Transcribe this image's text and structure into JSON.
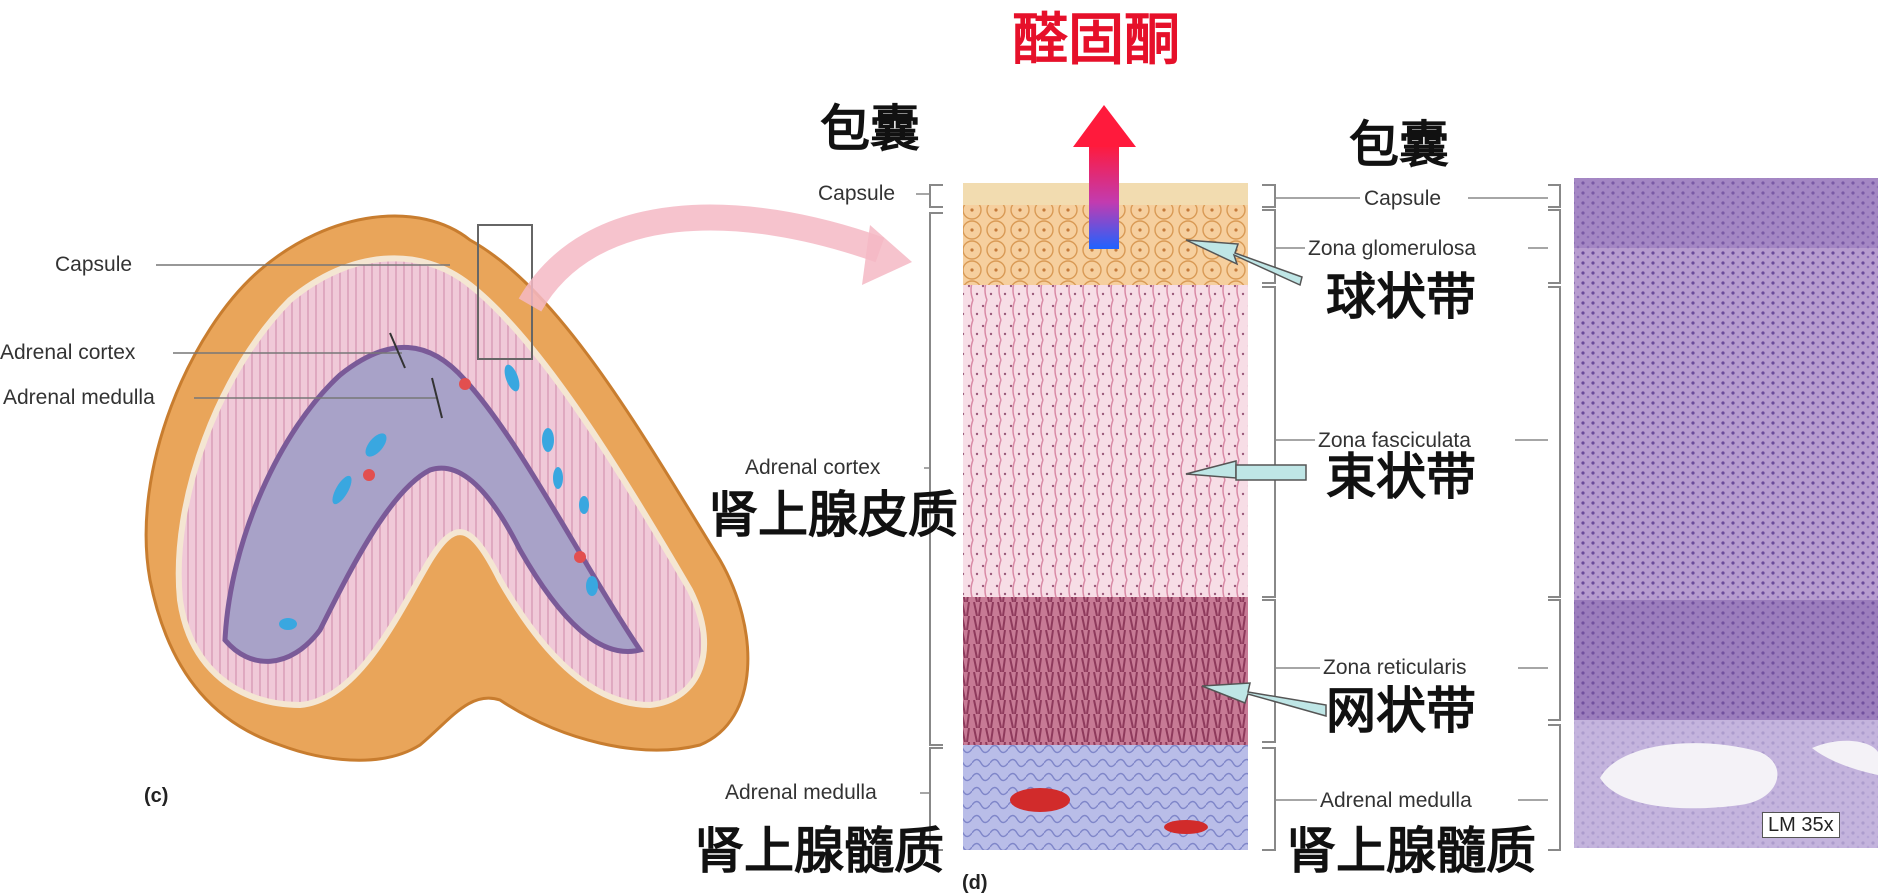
{
  "top": {
    "hormone": "醛固酮"
  },
  "panel_c": {
    "tag": "(c)",
    "labels": {
      "capsule": "Capsule",
      "cortex": "Adrenal cortex",
      "medulla": "Adrenal medulla"
    }
  },
  "panel_d": {
    "tag": "(d)",
    "left_labels": {
      "capsule": "Capsule",
      "cortex": "Adrenal cortex",
      "medulla": "Adrenal medulla"
    },
    "right_labels": {
      "capsule": "Capsule",
      "glomerulosa": "Zona glomerulosa",
      "fasciculata": "Zona fasciculata",
      "reticularis": "Zona reticularis",
      "medulla": "Adrenal medulla"
    }
  },
  "chinese": {
    "capsule_left": "包囊",
    "capsule_right": "包囊",
    "glomerulosa": "球状带",
    "fasciculata": "束状带",
    "reticularis": "网状带",
    "cortex": "肾上腺皮质",
    "medulla_left": "肾上腺髓质",
    "medulla_right": "肾上腺髓质"
  },
  "micrograph": {
    "magnification": "LM 35x"
  },
  "colors": {
    "hormone_text": "#e6102a",
    "arrow_top": "#ff1a3c",
    "arrow_bottom": "#1f63ff",
    "pointer_fill": "#bfe6e6"
  }
}
